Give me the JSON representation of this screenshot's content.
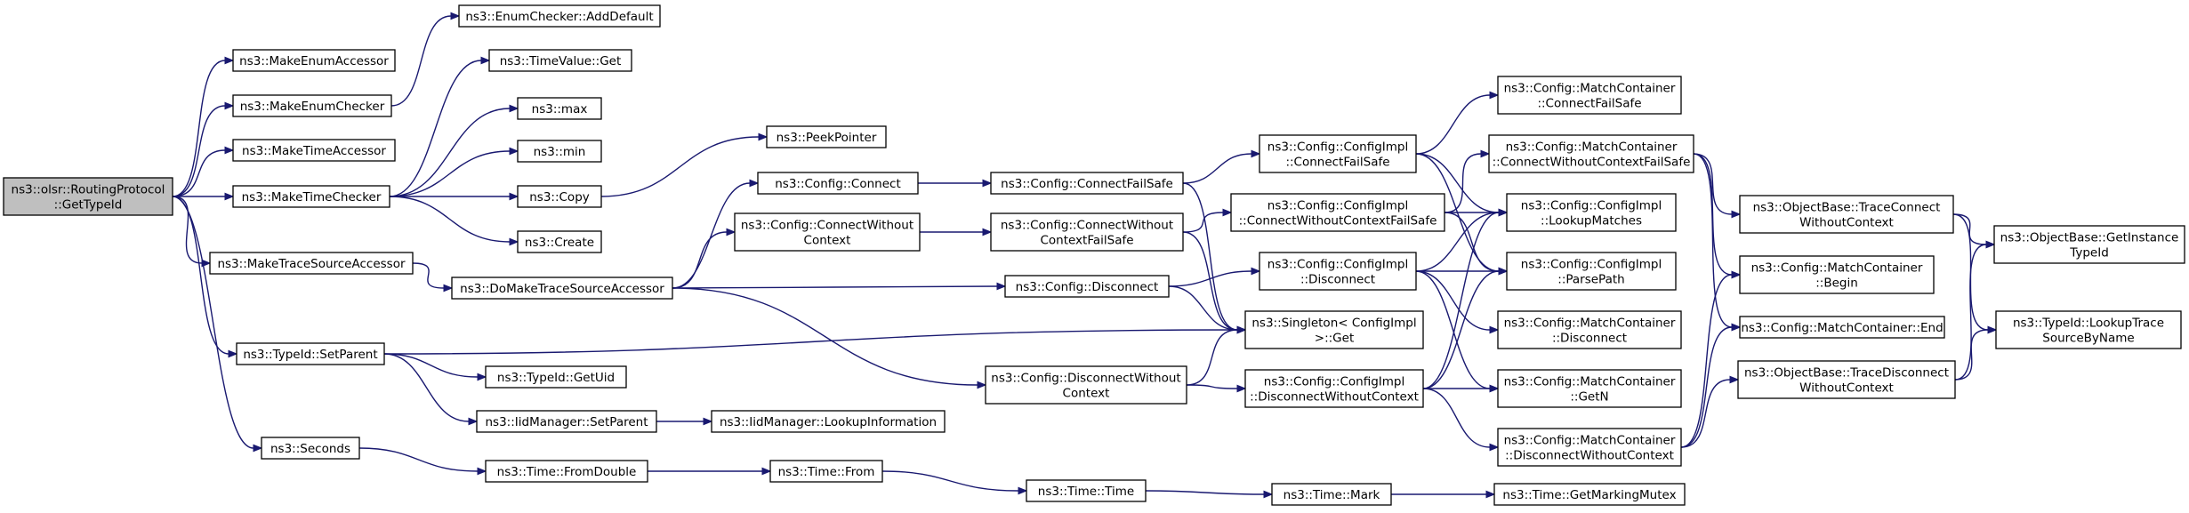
{
  "nodes": [
    {
      "id": "root",
      "lines": [
        "ns3::olsr::RoutingProtocol",
        "::GetTypeId"
      ]
    },
    {
      "id": "makeEnumAccessor",
      "lines": [
        "ns3::MakeEnumAccessor"
      ]
    },
    {
      "id": "makeEnumChecker",
      "lines": [
        "ns3::MakeEnumChecker"
      ]
    },
    {
      "id": "makeTimeAccessor",
      "lines": [
        "ns3::MakeTimeAccessor"
      ]
    },
    {
      "id": "makeTimeChecker",
      "lines": [
        "ns3::MakeTimeChecker"
      ]
    },
    {
      "id": "makeTraceSourceAccessor",
      "lines": [
        "ns3::MakeTraceSourceAccessor"
      ]
    },
    {
      "id": "typeIdSetParent",
      "lines": [
        "ns3::TypeId::SetParent"
      ]
    },
    {
      "id": "seconds",
      "lines": [
        "ns3::Seconds"
      ]
    },
    {
      "id": "enumCheckerAddDefault",
      "lines": [
        "ns3::EnumChecker::AddDefault"
      ]
    },
    {
      "id": "timeValueGet",
      "lines": [
        "ns3::TimeValue::Get"
      ]
    },
    {
      "id": "max",
      "lines": [
        "ns3::max"
      ]
    },
    {
      "id": "min",
      "lines": [
        "ns3::min"
      ]
    },
    {
      "id": "copy",
      "lines": [
        "ns3::Copy"
      ]
    },
    {
      "id": "create",
      "lines": [
        "ns3::Create"
      ]
    },
    {
      "id": "doMakeTraceSourceAccessor",
      "lines": [
        "ns3::DoMakeTraceSourceAccessor"
      ]
    },
    {
      "id": "typeIdGetUid",
      "lines": [
        "ns3::TypeId::GetUid"
      ]
    },
    {
      "id": "iidSetParent",
      "lines": [
        "ns3::IidManager::SetParent"
      ]
    },
    {
      "id": "timeFromDouble",
      "lines": [
        "ns3::Time::FromDouble"
      ]
    },
    {
      "id": "peekPointer",
      "lines": [
        "ns3::PeekPointer"
      ]
    },
    {
      "id": "configConnect",
      "lines": [
        "ns3::Config::Connect"
      ]
    },
    {
      "id": "configConnectWithoutContext",
      "lines": [
        "ns3::Config::ConnectWithout",
        "Context"
      ]
    },
    {
      "id": "iidLookupInformation",
      "lines": [
        "ns3::IidManager::LookupInformation"
      ]
    },
    {
      "id": "timeFrom",
      "lines": [
        "ns3::Time::From"
      ]
    },
    {
      "id": "configConnectFailSafe",
      "lines": [
        "ns3::Config::ConnectFailSafe"
      ]
    },
    {
      "id": "configConnectWithoutContextFailSafe",
      "lines": [
        "ns3::Config::ConnectWithout",
        "ContextFailSafe"
      ]
    },
    {
      "id": "configDisconnect",
      "lines": [
        "ns3::Config::Disconnect"
      ]
    },
    {
      "id": "configDisconnectWithoutContext",
      "lines": [
        "ns3::Config::DisconnectWithout",
        "Context"
      ]
    },
    {
      "id": "timeTime",
      "lines": [
        "ns3::Time::Time"
      ]
    },
    {
      "id": "implConnectFailSafe",
      "lines": [
        "ns3::Config::ConfigImpl",
        "::ConnectFailSafe"
      ]
    },
    {
      "id": "implConnectWithoutContextFailSafe",
      "lines": [
        "ns3::Config::ConfigImpl",
        "::ConnectWithoutContextFailSafe"
      ]
    },
    {
      "id": "implDisconnect",
      "lines": [
        "ns3::Config::ConfigImpl",
        "::Disconnect"
      ]
    },
    {
      "id": "singletonGet",
      "lines": [
        "ns3::Singleton< ConfigImpl",
        ">::Get"
      ]
    },
    {
      "id": "implDisconnectWithoutContext",
      "lines": [
        "ns3::Config::ConfigImpl",
        "::DisconnectWithoutContext"
      ]
    },
    {
      "id": "timeMark",
      "lines": [
        "ns3::Time::Mark"
      ]
    },
    {
      "id": "mcConnectFailSafe",
      "lines": [
        "ns3::Config::MatchContainer",
        "::ConnectFailSafe"
      ]
    },
    {
      "id": "mcConnectWithoutContextFailSafe",
      "lines": [
        "ns3::Config::MatchContainer",
        "::ConnectWithoutContextFailSafe"
      ]
    },
    {
      "id": "implLookupMatches",
      "lines": [
        "ns3::Config::ConfigImpl",
        "::LookupMatches"
      ]
    },
    {
      "id": "implParsePath",
      "lines": [
        "ns3::Config::ConfigImpl",
        "::ParsePath"
      ]
    },
    {
      "id": "mcDisconnect",
      "lines": [
        "ns3::Config::MatchContainer",
        "::Disconnect"
      ]
    },
    {
      "id": "mcGetN",
      "lines": [
        "ns3::Config::MatchContainer",
        "::GetN"
      ]
    },
    {
      "id": "mcDisconnectWithoutContext",
      "lines": [
        "ns3::Config::MatchContainer",
        "::DisconnectWithoutContext"
      ]
    },
    {
      "id": "timeGetMarkingMutex",
      "lines": [
        "ns3::Time::GetMarkingMutex"
      ]
    },
    {
      "id": "obTraceConnectWithoutContext",
      "lines": [
        "ns3::ObjectBase::TraceConnect",
        "WithoutContext"
      ]
    },
    {
      "id": "mcBegin",
      "lines": [
        "ns3::Config::MatchContainer",
        "::Begin"
      ]
    },
    {
      "id": "mcEnd",
      "lines": [
        "ns3::Config::MatchContainer::End"
      ]
    },
    {
      "id": "obTraceDisconnectWithoutContext",
      "lines": [
        "ns3::ObjectBase::TraceDisconnect",
        "WithoutContext"
      ]
    },
    {
      "id": "obGetInstanceTypeId",
      "lines": [
        "ns3::ObjectBase::GetInstance",
        "TypeId"
      ]
    },
    {
      "id": "typeIdLookupTraceSourceByName",
      "lines": [
        "ns3::TypeId::LookupTrace",
        "SourceByName"
      ]
    }
  ],
  "edges": [
    [
      "root",
      "makeEnumAccessor"
    ],
    [
      "root",
      "makeEnumChecker"
    ],
    [
      "root",
      "makeTimeAccessor"
    ],
    [
      "root",
      "makeTimeChecker"
    ],
    [
      "root",
      "makeTraceSourceAccessor"
    ],
    [
      "root",
      "typeIdSetParent"
    ],
    [
      "root",
      "seconds"
    ],
    [
      "makeEnumChecker",
      "enumCheckerAddDefault"
    ],
    [
      "makeTimeChecker",
      "timeValueGet"
    ],
    [
      "makeTimeChecker",
      "max"
    ],
    [
      "makeTimeChecker",
      "min"
    ],
    [
      "makeTimeChecker",
      "copy"
    ],
    [
      "makeTimeChecker",
      "create"
    ],
    [
      "makeTraceSourceAccessor",
      "doMakeTraceSourceAccessor"
    ],
    [
      "copy",
      "peekPointer"
    ],
    [
      "doMakeTraceSourceAccessor",
      "configConnect"
    ],
    [
      "doMakeTraceSourceAccessor",
      "configConnectWithoutContext"
    ],
    [
      "doMakeTraceSourceAccessor",
      "configDisconnect"
    ],
    [
      "doMakeTraceSourceAccessor",
      "configDisconnectWithoutContext"
    ],
    [
      "typeIdSetParent",
      "typeIdGetUid"
    ],
    [
      "typeIdSetParent",
      "iidSetParent"
    ],
    [
      "typeIdSetParent",
      "singletonGet"
    ],
    [
      "iidSetParent",
      "iidLookupInformation"
    ],
    [
      "seconds",
      "timeFromDouble"
    ],
    [
      "timeFromDouble",
      "timeFrom"
    ],
    [
      "timeFrom",
      "timeTime"
    ],
    [
      "timeTime",
      "timeMark"
    ],
    [
      "timeMark",
      "timeGetMarkingMutex"
    ],
    [
      "configConnect",
      "configConnectFailSafe"
    ],
    [
      "configConnectWithoutContext",
      "configConnectWithoutContextFailSafe"
    ],
    [
      "configConnectFailSafe",
      "implConnectFailSafe"
    ],
    [
      "configConnectFailSafe",
      "singletonGet"
    ],
    [
      "configConnectWithoutContextFailSafe",
      "implConnectWithoutContextFailSafe"
    ],
    [
      "configConnectWithoutContextFailSafe",
      "singletonGet"
    ],
    [
      "configDisconnect",
      "implDisconnect"
    ],
    [
      "configDisconnect",
      "singletonGet"
    ],
    [
      "configDisconnectWithoutContext",
      "implDisconnectWithoutContext"
    ],
    [
      "configDisconnectWithoutContext",
      "singletonGet"
    ],
    [
      "implConnectFailSafe",
      "mcConnectFailSafe"
    ],
    [
      "implConnectFailSafe",
      "implLookupMatches"
    ],
    [
      "implConnectFailSafe",
      "implParsePath"
    ],
    [
      "implConnectWithoutContextFailSafe",
      "mcConnectWithoutContextFailSafe"
    ],
    [
      "implConnectWithoutContextFailSafe",
      "implLookupMatches"
    ],
    [
      "implConnectWithoutContextFailSafe",
      "implParsePath"
    ],
    [
      "implDisconnect",
      "implLookupMatches"
    ],
    [
      "implDisconnect",
      "implParsePath"
    ],
    [
      "implDisconnect",
      "mcDisconnect"
    ],
    [
      "implDisconnect",
      "mcGetN"
    ],
    [
      "implDisconnectWithoutContext",
      "implLookupMatches"
    ],
    [
      "implDisconnectWithoutContext",
      "implParsePath"
    ],
    [
      "implDisconnectWithoutContext",
      "mcGetN"
    ],
    [
      "implDisconnectWithoutContext",
      "mcDisconnectWithoutContext"
    ],
    [
      "mcConnectWithoutContextFailSafe",
      "obTraceConnectWithoutContext"
    ],
    [
      "mcConnectWithoutContextFailSafe",
      "mcBegin"
    ],
    [
      "mcConnectWithoutContextFailSafe",
      "mcEnd"
    ],
    [
      "mcDisconnectWithoutContext",
      "mcBegin"
    ],
    [
      "mcDisconnectWithoutContext",
      "mcEnd"
    ],
    [
      "mcDisconnectWithoutContext",
      "obTraceDisconnectWithoutContext"
    ],
    [
      "obTraceConnectWithoutContext",
      "obGetInstanceTypeId"
    ],
    [
      "obTraceConnectWithoutContext",
      "typeIdLookupTraceSourceByName"
    ],
    [
      "obTraceDisconnectWithoutContext",
      "obGetInstanceTypeId"
    ],
    [
      "obTraceDisconnectWithoutContext",
      "typeIdLookupTraceSourceByName"
    ]
  ]
}
